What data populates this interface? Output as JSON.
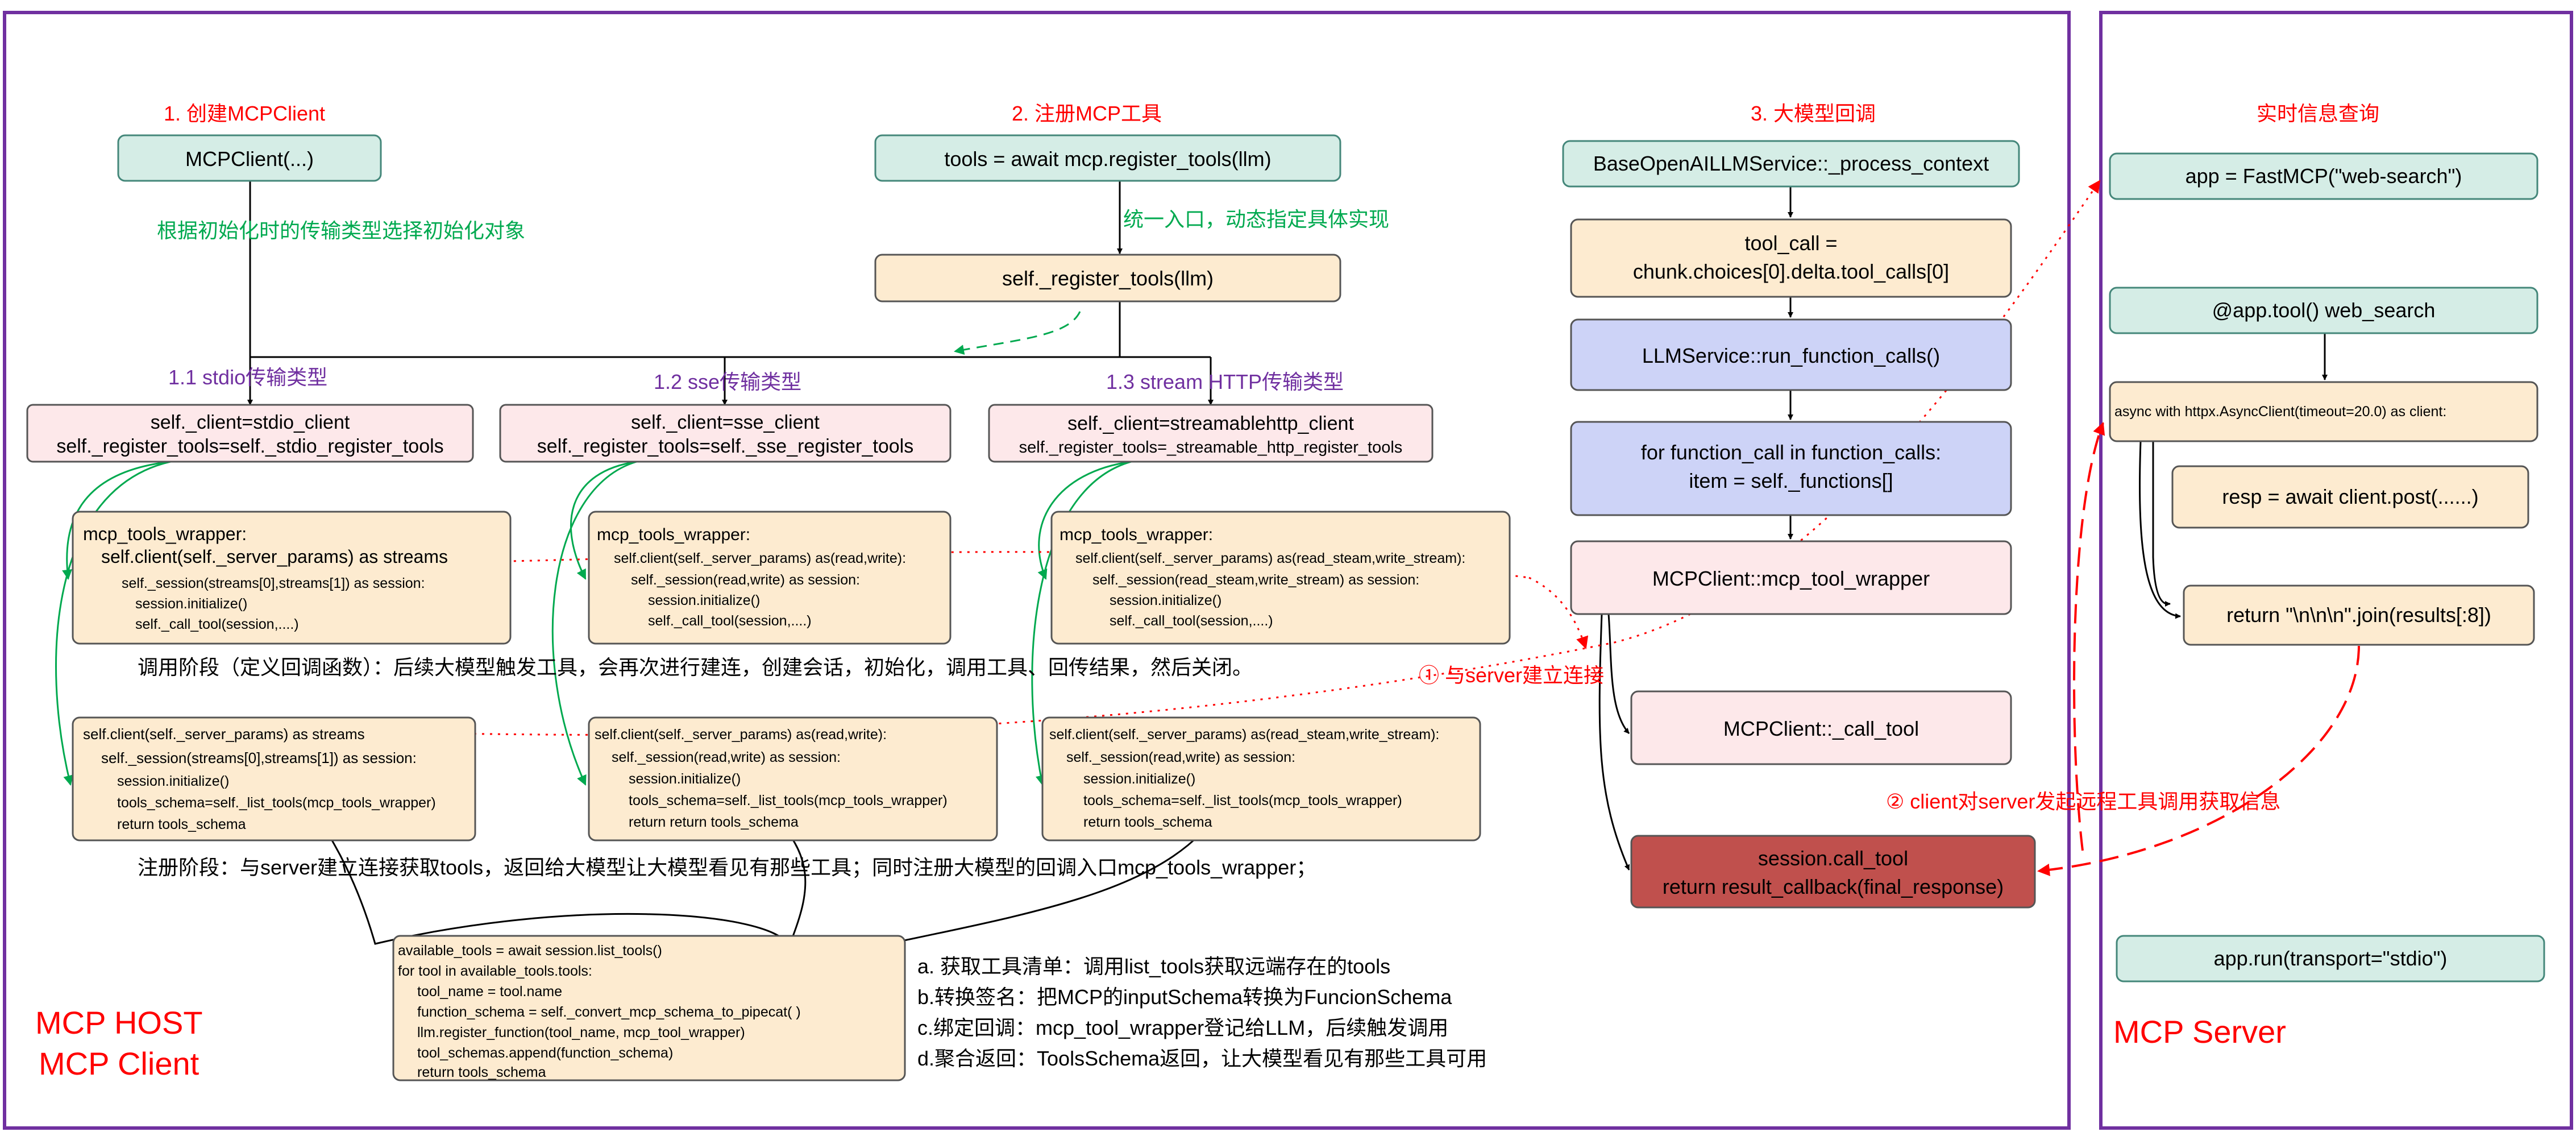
{
  "host_label": {
    "line1": "MCP HOST",
    "line2": "MCP Client"
  },
  "server_label": "MCP Server",
  "section_titles": {
    "create_client": "1. 创建MCPClient",
    "register_tools": "2. 注册MCP工具",
    "llm_callback": "3. 大模型回调",
    "realtime_query": "实时信息查询"
  },
  "transport_titles": {
    "stdio": "1.1 stdio传输类型",
    "sse": "1.2 sse传输类型",
    "http": "1.3 stream HTTP传输类型"
  },
  "boxes": {
    "mcp_client_ctor": "MCPClient(...)",
    "register_tools_call": "tools = await mcp.register_tools(llm)",
    "self_register_tools": "self._register_tools(llm)",
    "stdio_client": [
      "self._client=stdio_client",
      "self._register_tools=self._stdio_register_tools"
    ],
    "sse_client": [
      "self._client=sse_client",
      "self._register_tools=self._sse_register_tools"
    ],
    "http_client": [
      "self._client=streamablehttp_client",
      "self._register_tools=_streamable_http_register_tools"
    ],
    "wrapper_stdio": [
      "mcp_tools_wrapper:",
      "self.client(self._server_params) as streams",
      "self._session(streams[0],streams[1]) as session:",
      "session.initialize()",
      "self._call_tool(session,....)"
    ],
    "wrapper_sse": [
      "mcp_tools_wrapper:",
      "self.client(self._server_params) as(read,write):",
      "self._session(read,write) as session:",
      "session.initialize()",
      "self._call_tool(session,....)"
    ],
    "wrapper_http": [
      "mcp_tools_wrapper:",
      "self.client(self._server_params) as(read_steam,write_stream):",
      "self._session(read_steam,write_stream) as session:",
      "session.initialize()",
      "self._call_tool(session,....)"
    ],
    "register_stdio": [
      "self.client(self._server_params) as streams",
      "self._session(streams[0],streams[1]) as session:",
      "session.initialize()",
      "tools_schema=self._list_tools(mcp_tools_wrapper)",
      "return tools_schema"
    ],
    "register_sse": [
      "self.client(self._server_params) as(read,write):",
      "self._session(read,write) as session:",
      "session.initialize()",
      "tools_schema=self._list_tools(mcp_tools_wrapper)",
      "return return tools_schema"
    ],
    "register_http": [
      "self.client(self._server_params) as(read_steam,write_stream):",
      "self._session(read,write) as session:",
      "session.initialize()",
      "tools_schema=self._list_tools(mcp_tools_wrapper)",
      "return tools_schema"
    ],
    "list_tools": [
      "available_tools = await session.list_tools()",
      "for tool in available_tools.tools:",
      "tool_name = tool.name",
      "function_schema = self._convert_mcp_schema_to_pipecat( )",
      "llm.register_function(tool_name, mcp_tool_wrapper)",
      "tool_schemas.append(function_schema)",
      "return tools_schema"
    ],
    "process_context": "BaseOpenAILLMService::_process_context",
    "tool_call": [
      "tool_call =",
      "chunk.choices[0].delta.tool_calls[0]"
    ],
    "run_function_calls": "LLMService::run_function_calls()",
    "for_function_call": [
      "for function_call in function_calls:",
      "item = self._functions[]"
    ],
    "mcp_tool_wrapper": "MCPClient::mcp_tool_wrapper",
    "call_tool_method": "MCPClient::_call_tool",
    "session_call_tool": [
      "session.call_tool",
      "return result_callback(final_response)"
    ],
    "fastmcp": "app = FastMCP(\"web-search\")",
    "app_tool": "@app.tool()  web_search",
    "async_with": "async with httpx.AsyncClient(timeout=20.0) as client:",
    "resp": "resp = await client.post(......)",
    "return_join": "return \"\\n\\n\\n\".join(results[:8])",
    "app_run": "app.run(transport=\"stdio\")"
  },
  "annotations": {
    "init_choice": "根据初始化时的传输类型选择初始化对象",
    "unified_entry": "统一入口，动态指定具体实现",
    "call_phase": "调用阶段（定义回调函数）：后续大模型触发工具，会再次进行建连，创建会话，初始化，调用工具、回传结果，然后关闭。",
    "register_phase": "注册阶段：与server建立连接获取tools，返回给大模型让大模型看见有那些工具；同时注册大模型的回调入口mcp_tools_wrapper；",
    "connect_server": "① 与server建立连接",
    "invoke_remote": "② client对server发起远程工具调用获取信息"
  },
  "steps": [
    "a. 获取工具清单：调用list_tools获取远端存在的tools",
    "b.转换签名：把MCP的inputSchema转换为FuncionSchema",
    "c.绑定回调：mcp_tool_wrapper登记给LLM，后续触发调用",
    "d.聚合返回：ToolsSchema返回，让大模型看见有那些工具可用"
  ],
  "colors": {
    "frame": "#7030a0",
    "teal_fill": "#d5ede6",
    "teal_stroke": "#44877a",
    "pink_fill": "#fde8ea",
    "orange_fill": "#fdebd0",
    "blue_fill": "#cdd3f7",
    "dark_red_fill": "#c0504d",
    "red_text": "#ff0000",
    "green_text": "#00a94f",
    "purple_text": "#7030a0"
  }
}
